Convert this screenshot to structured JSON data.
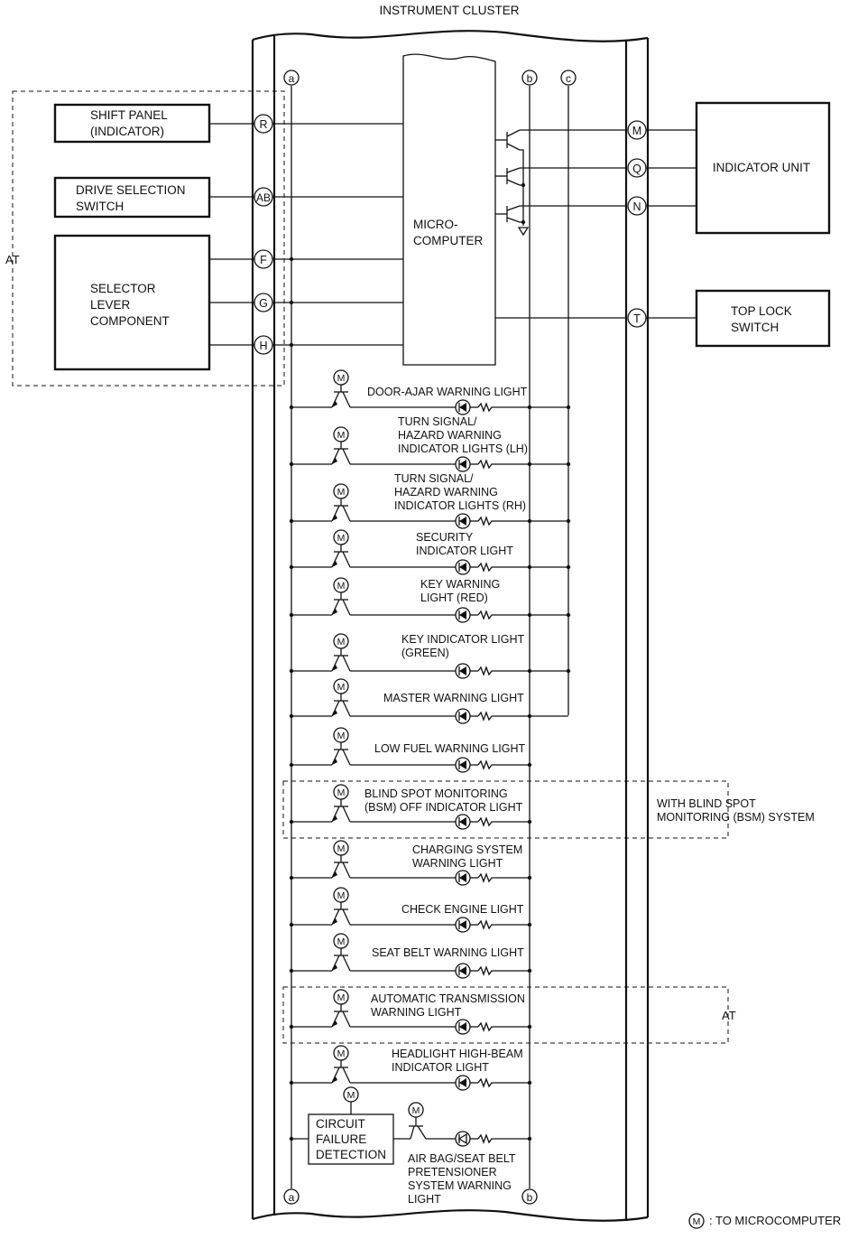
{
  "title": "INSTRUMENT CLUSTER",
  "buses": {
    "a": "a",
    "b": "b",
    "c": "c"
  },
  "left_components": {
    "shift_panel": [
      "SHIFT PANEL",
      "(INDICATOR)"
    ],
    "drive_selection": [
      "DRIVE SELECTION",
      "SWITCH"
    ],
    "selector_lever": [
      "SELECTOR",
      "LEVER",
      "COMPONENT"
    ]
  },
  "left_group_label": "AT",
  "left_terminals": {
    "shift": "R",
    "drive": "AB",
    "sel1": "F",
    "sel2": "G",
    "sel3": "H"
  },
  "microcomputer": [
    "MICRO-",
    "COMPUTER"
  ],
  "right_terminals": {
    "m": "M",
    "q": "Q",
    "n": "N",
    "t": "T"
  },
  "right_components": {
    "indicator_unit": "INDICATOR UNIT",
    "top_lock": [
      "TOP LOCK",
      "SWITCH"
    ]
  },
  "lights": [
    {
      "label": [
        "DOOR-AJAR WARNING LIGHT"
      ]
    },
    {
      "label": [
        "TURN SIGNAL/",
        "HAZARD WARNING",
        "INDICATOR LIGHTS (LH)"
      ]
    },
    {
      "label": [
        "TURN SIGNAL/",
        "HAZARD WARNING",
        "INDICATOR LIGHTS (RH)"
      ]
    },
    {
      "label": [
        "SECURITY",
        "INDICATOR LIGHT"
      ]
    },
    {
      "label": [
        "KEY WARNING",
        "LIGHT (RED)"
      ]
    },
    {
      "label": [
        "KEY INDICATOR LIGHT",
        "(GREEN)"
      ]
    },
    {
      "label": [
        "MASTER WARNING LIGHT"
      ]
    },
    {
      "label": [
        "LOW FUEL WARNING LIGHT"
      ]
    },
    {
      "label": [
        "BLIND SPOT MONITORING",
        "(BSM) OFF INDICATOR LIGHT"
      ]
    },
    {
      "label": [
        "CHARGING SYSTEM",
        "WARNING LIGHT"
      ]
    },
    {
      "label": [
        "CHECK ENGINE LIGHT"
      ]
    },
    {
      "label": [
        "SEAT BELT WARNING LIGHT"
      ]
    },
    {
      "label": [
        "AUTOMATIC TRANSMISSION",
        "WARNING LIGHT"
      ]
    },
    {
      "label": [
        "HEADLIGHT HIGH-BEAM",
        "INDICATOR LIGHT"
      ]
    }
  ],
  "bsm_group_label": [
    "WITH BLIND SPOT",
    "MONITORING (BSM) SYSTEM"
  ],
  "at_group_label": "AT",
  "circuit_failure": [
    "CIRCUIT",
    "FAILURE",
    "DETECTION"
  ],
  "airbag_light": [
    "AIR BAG/SEAT BELT",
    "PRETENSIONER",
    "SYSTEM WARNING",
    "LIGHT"
  ],
  "legend": {
    "symbol": "M",
    "text": ": TO MICROCOMPUTER"
  }
}
